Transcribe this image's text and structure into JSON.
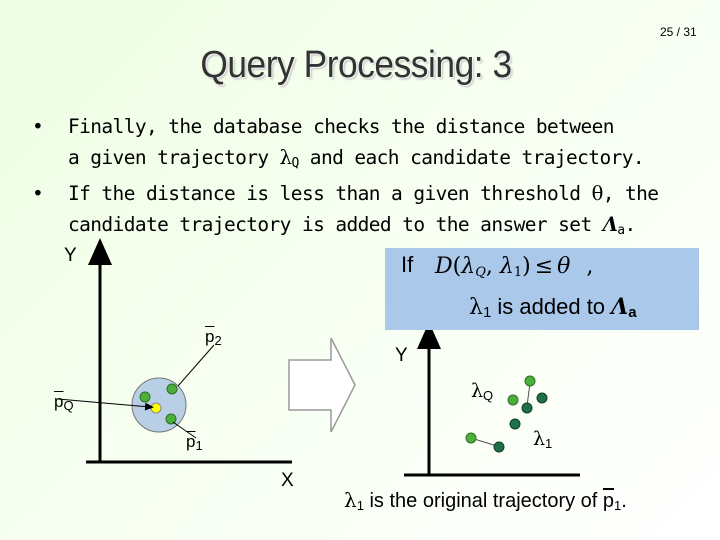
{
  "page_number": "25 / 31",
  "title": "Query Processing: 3",
  "bullets": [
    {
      "dot": "•",
      "line1_a": "Finally, the database checks the distance between",
      "line2_a": "a given trajectory ",
      "line2_sym": "λ",
      "line2_sub": "Q",
      "line2_b": " and each candidate trajectory."
    },
    {
      "dot": "•",
      "line1_a": "If the distance is less than a given threshold ",
      "line1_sym": "θ",
      "line1_b": ", the",
      "line2_a": "candidate trajectory is added to the answer set ",
      "line2_sym": "Λ",
      "line2_sub": "a",
      "line2_b": "."
    }
  ],
  "left_diagram": {
    "y_label": "Y",
    "x_label": "X",
    "p2_label": "p",
    "p2_sub": "2",
    "pq_label": "p",
    "pq_sub": "Q",
    "p1_label": "p",
    "p1_sub": "1"
  },
  "callout": {
    "if_text": "If",
    "formula_D": "D",
    "formula_open": "(",
    "formula_lq": "λ",
    "formula_lq_sub": "Q",
    "formula_comma": ", ",
    "formula_l1": "λ",
    "formula_l1_sub": "1",
    "formula_close": ")",
    "formula_leq": "≤",
    "formula_theta": "θ",
    "formula_trail": ",",
    "line2_sym": "λ",
    "line2_sub": "1",
    "line2_text": " is added to ",
    "line2_set": "Λ",
    "line2_set_sub": "a"
  },
  "right_diagram": {
    "y_label": "Y",
    "lq_sym": "λ",
    "lq_sub": "Q",
    "l1_sym": "λ",
    "l1_sub": "1"
  },
  "footer": {
    "sym": "λ",
    "sub": "1",
    "text": " is the original trajectory of ",
    "p": "p",
    "p_sub": "1",
    "end": "."
  },
  "colors": {
    "background": "#f2fbea",
    "callout": "#aac8ea",
    "circle_fill": "#b8cfe6",
    "point_green": "#4caf3c",
    "point_yellow": "#ffff00",
    "point_dark": "#1f6f47",
    "arrow_fill": "#ffffff",
    "arrow_stroke": "#9a9a9a"
  }
}
